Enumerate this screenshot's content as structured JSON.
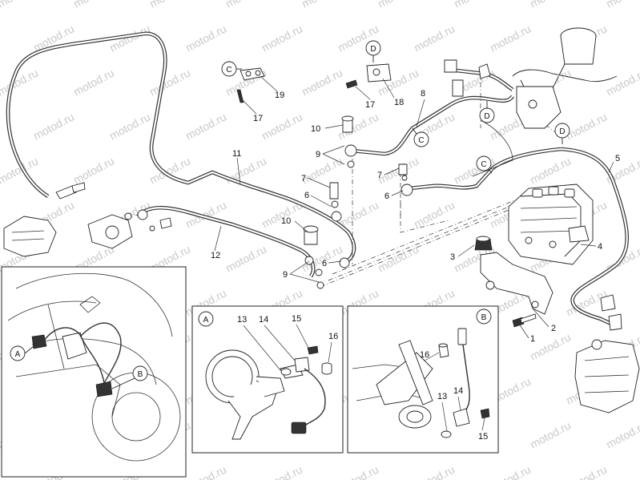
{
  "watermark": "motod.ru",
  "callouts": {
    "c1": "1",
    "c2": "2",
    "c3": "3",
    "c4": "4",
    "c5": "5",
    "c6a": "6",
    "c6b": "6",
    "c6c": "6",
    "c7a": "7",
    "c7b": "7",
    "c8": "8",
    "c9a": "9",
    "c9b": "9",
    "c10a": "10",
    "c10b": "10",
    "c11": "11",
    "c12": "12",
    "c13a": "13",
    "c13b": "13",
    "c14a": "14",
    "c14b": "14",
    "c15a": "15",
    "c15b": "15",
    "c16a": "16",
    "c16b": "16",
    "c17a": "17",
    "c17b": "17",
    "c18": "18",
    "c19": "19"
  },
  "markers": {
    "c_top": "C",
    "c_mid": "C",
    "c_right": "C",
    "d_top": "D",
    "d_mid": "D",
    "d_right": "D",
    "a_bike": "A",
    "b_bike": "B",
    "a_panel": "A",
    "b_panel": "B"
  }
}
